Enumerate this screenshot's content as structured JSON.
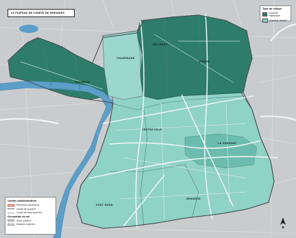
{
  "map": {
    "title": "LE PLATEAU DE CHARTE DE MEDIADES",
    "legend_top": {
      "title": "Type de village",
      "items": [
        {
          "label": "Quartier historique",
          "color": "#2e7d6b"
        },
        {
          "label": "Quartier récent",
          "color": "#8fd2c6"
        }
      ]
    },
    "legend_bottom": {
      "title_1": "Limites administratives",
      "items_1": [
        {
          "label": "Périmètre communal"
        },
        {
          "label": "Limite de quartier"
        },
        {
          "label": "Limite de sous-quartier"
        }
      ],
      "title_2": "Occupation du sol",
      "items_2": [
        {
          "label": "Zone urbaine"
        },
        {
          "label": "Espaces naturels"
        }
      ]
    },
    "labels": {
      "nw": "BELLEVUE",
      "north": "CHAMPAGNE",
      "ne": "ROSIÈRES",
      "center": "CENTRE-VILLE",
      "east": "LA GARENNE",
      "sw": "PORT NORD",
      "south": "BERGERIE",
      "north2": "VIGNES"
    },
    "north_label": "N",
    "colors": {
      "commune_light": "#8fd2c6",
      "commune_dark": "#2e7d6b",
      "river": "#5b9fc9",
      "background": "#c9ccce",
      "road": "#eef0f1"
    }
  }
}
